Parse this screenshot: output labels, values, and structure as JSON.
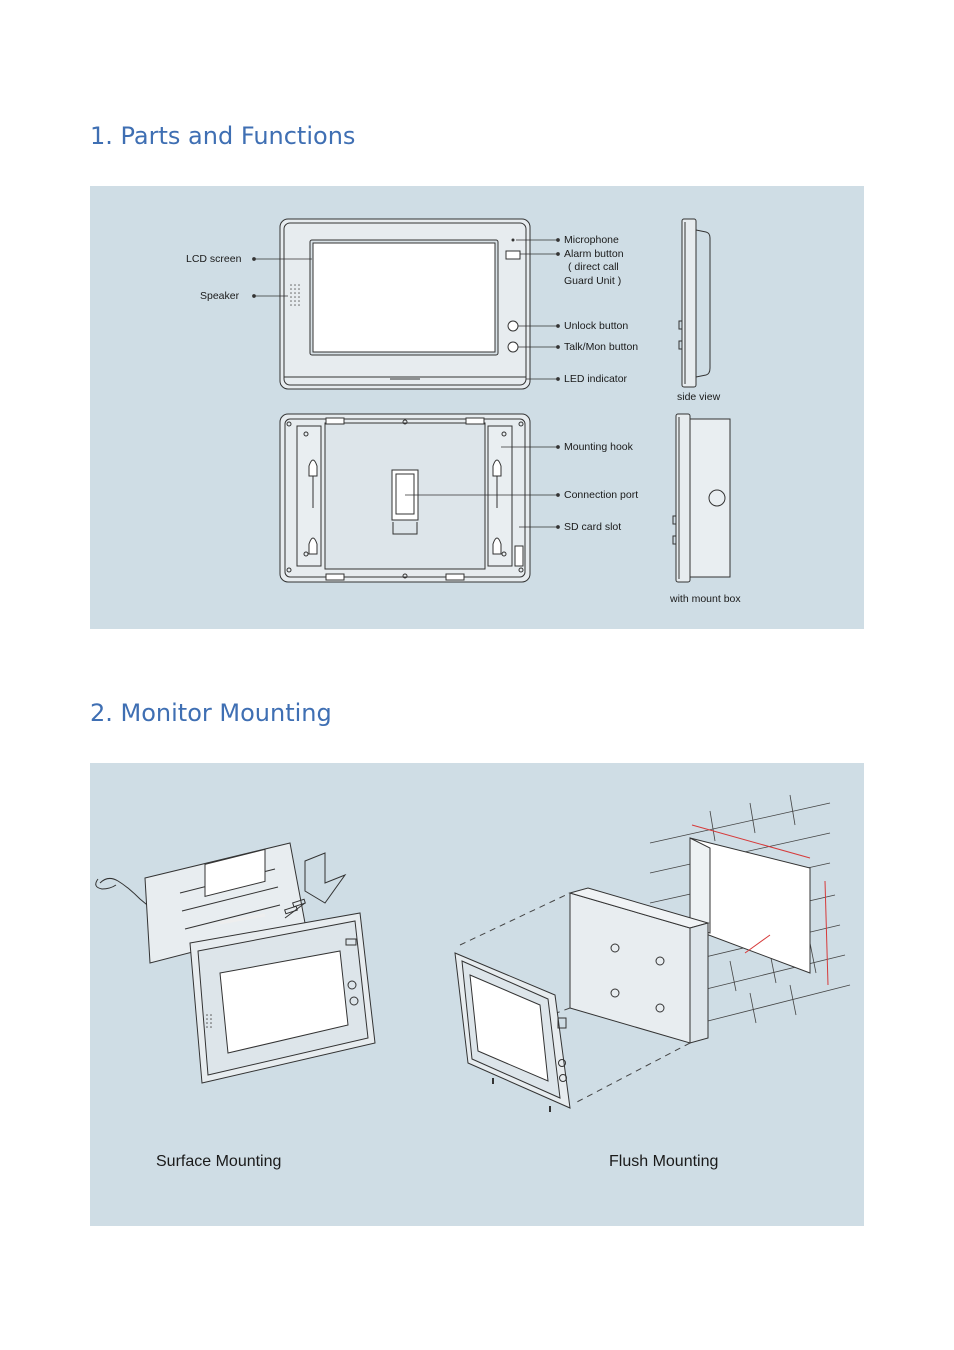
{
  "section1": {
    "title": "1. Parts and Functions",
    "labels": {
      "lcd_screen": "LCD screen",
      "speaker": "Speaker",
      "microphone": "Microphone",
      "alarm_button": "Alarm button",
      "alarm_note_line1": "( direct call",
      "alarm_note_line2": "Guard Unit )",
      "unlock_button": "Unlock button",
      "talk_mon_button": "Talk/Mon button",
      "led_indicator": "LED indicator",
      "side_view": "side view",
      "mounting_hook": "Mounting hook",
      "connection_port": "Connection port",
      "sd_card_slot": "SD card slot",
      "with_mount_box": "with mount box"
    }
  },
  "section2": {
    "title": "2. Monitor Mounting",
    "surface_mounting": "Surface Mounting",
    "flush_mounting": "Flush Mounting"
  },
  "colors": {
    "heading": "#3f6fb3",
    "panel_bg": "#cfdde5",
    "dimension_arrows": "#d63a3a"
  }
}
